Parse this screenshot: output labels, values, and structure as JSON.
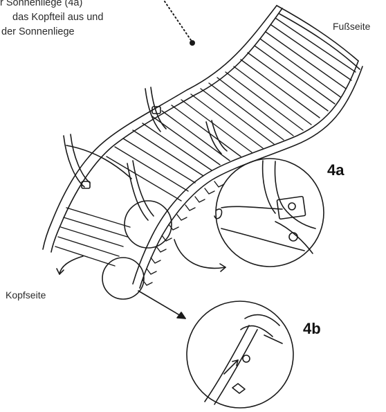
{
  "instructions": {
    "line1": "r Sonnenliege (4a)",
    "line2": "das Kopfteil aus und",
    "line3": "der Sonnenliege"
  },
  "labels": {
    "foot_end": "Fußseite",
    "head_end": "Kopfseite"
  },
  "detail_badges": {
    "detail_a": "4a",
    "detail_b": "4b"
  }
}
